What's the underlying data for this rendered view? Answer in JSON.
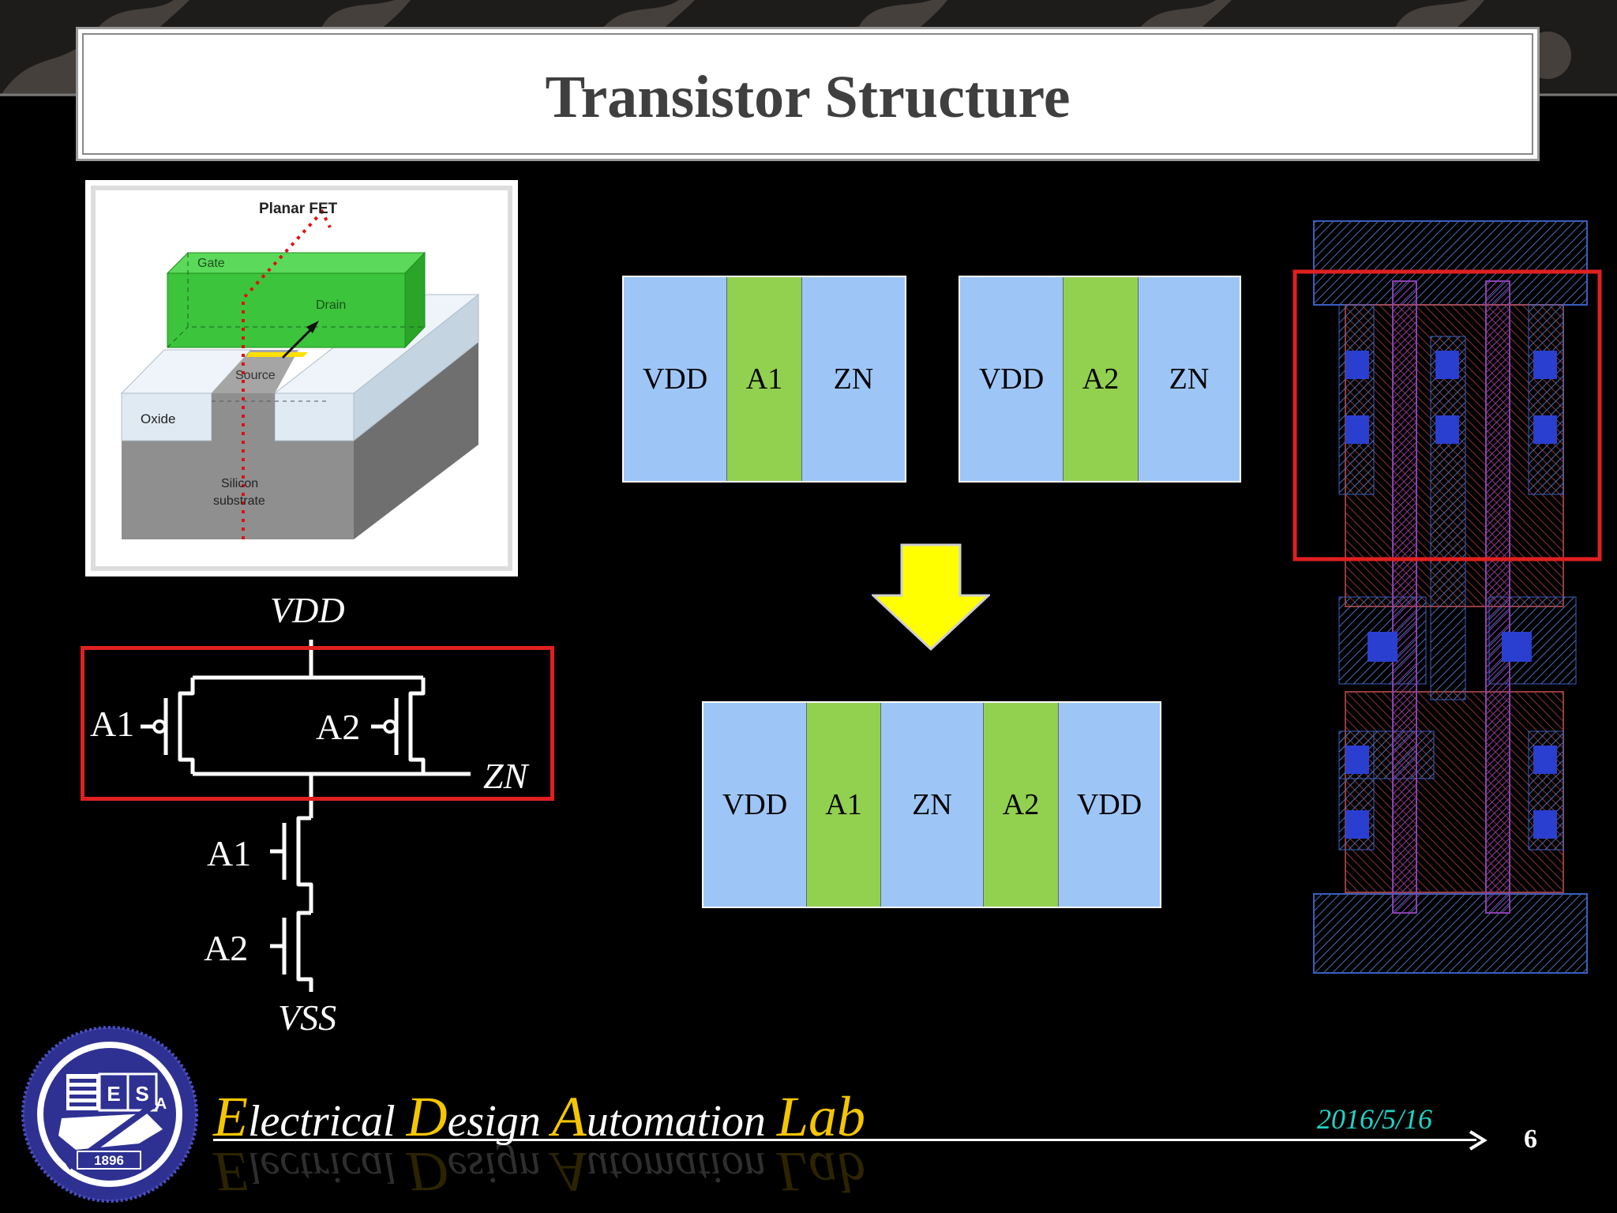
{
  "slide": {
    "title": "Transistor Structure",
    "date": "2016/5/16",
    "page_number": "6"
  },
  "fet_diagram": {
    "title": "Planar FET",
    "labels": {
      "gate": "Gate",
      "drain": "Drain",
      "source": "Source",
      "oxide": "Oxide",
      "silicon": "Silicon",
      "substrate": "substrate"
    }
  },
  "schematic": {
    "vdd": "VDD",
    "vss": "VSS",
    "zn": "ZN",
    "pmos_a1": "A1",
    "pmos_a2": "A2",
    "nmos_a1": "A1",
    "nmos_a2": "A2"
  },
  "layout_blocks": {
    "block_a1": [
      "VDD",
      "A1",
      "ZN"
    ],
    "block_a2": [
      "VDD",
      "A2",
      "ZN"
    ],
    "merged": [
      "VDD",
      "A1",
      "ZN",
      "A2",
      "VDD"
    ]
  },
  "footer": {
    "lab_parts": [
      {
        "cap": "E",
        "rest": "lectrical "
      },
      {
        "cap": "D",
        "rest": "esign "
      },
      {
        "cap": "A",
        "rest": "utomation "
      },
      {
        "cap": "Lab",
        "rest": ""
      }
    ],
    "logo_letters": [
      "E",
      "S",
      "A"
    ],
    "logo_year": "1896"
  },
  "colors": {
    "strip_blue": "#9dc6f7",
    "strip_green": "#92d050",
    "highlight_red": "#e02020",
    "arrow_yellow": "#ffff00",
    "lab_gold": "#f5c600",
    "date_cyan": "#22d3c5"
  }
}
